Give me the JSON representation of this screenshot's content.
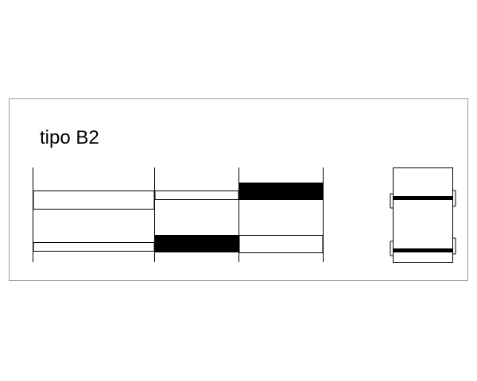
{
  "title": "tipo B2",
  "colors": {
    "background": "#ffffff",
    "frame_stroke": "#999999",
    "line_stroke": "#000000",
    "shelf_fill_solid": "#000000",
    "shelf_fill_open": "#ffffff"
  },
  "elevation": {
    "uprights": 4,
    "bays": [
      {
        "shelves": [
          "open",
          "open"
        ]
      },
      {
        "shelves": [
          "open",
          "solid"
        ]
      },
      {
        "shelves": [
          "solid",
          "open"
        ]
      }
    ]
  },
  "side_view": {
    "shelves": [
      "solid",
      "solid"
    ]
  }
}
